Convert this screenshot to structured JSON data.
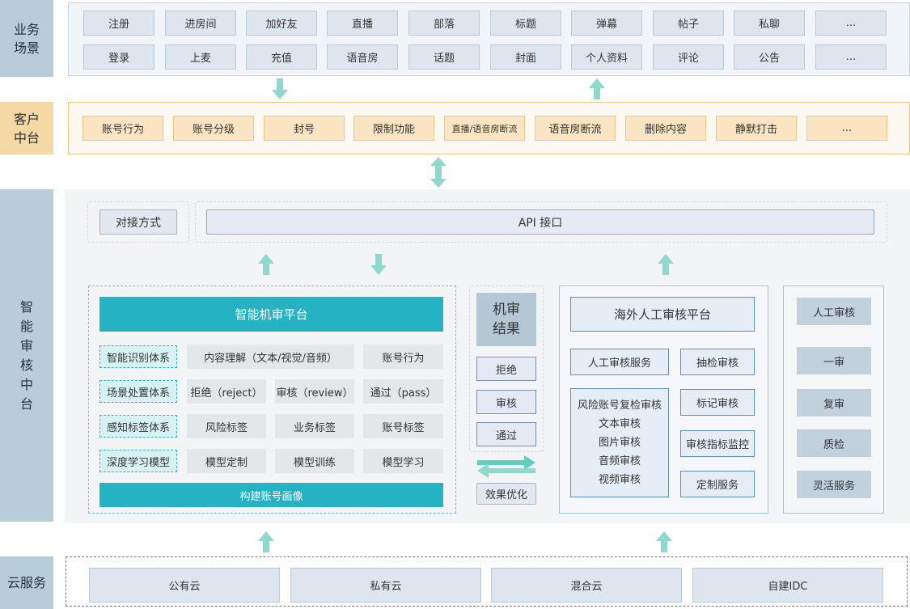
{
  "rows": {
    "business": [
      "业务",
      "场景"
    ],
    "client": [
      "客户",
      "中台"
    ],
    "smart": [
      "智",
      "能",
      "审",
      "核",
      "中",
      "台"
    ],
    "cloud": "云服务"
  },
  "business_scenes": {
    "row1": [
      "注册",
      "进房间",
      "加好友",
      "直播",
      "部落",
      "标题",
      "弹幕",
      "帖子",
      "私聊",
      "..."
    ],
    "row2": [
      "登录",
      "上麦",
      "充值",
      "语音房",
      "话题",
      "封面",
      "个人资料",
      "评论",
      "公告",
      "..."
    ]
  },
  "client_platform": [
    "账号行为",
    "账号分级",
    "封号",
    "限制功能",
    "直播/语音房断流",
    "语音房断流",
    "删除内容",
    "静默打击",
    "..."
  ],
  "integration": {
    "label": "对接方式",
    "api": "API 接口"
  },
  "machine_review": {
    "title": "智能机审平台",
    "systems": [
      "智能识别体系",
      "场景处置体系",
      "感知标签体系",
      "深度学习模型"
    ],
    "grid": [
      [
        "内容理解（文本/视觉/音频）",
        "账号行为"
      ],
      [
        "拒绝（reject）",
        "审核（review）",
        "通过（pass）"
      ],
      [
        "风险标签",
        "业务标签",
        "账号标签"
      ],
      [
        "模型定制",
        "模型训练",
        "模型学习"
      ]
    ],
    "footer": "构建账号画像"
  },
  "machine_result": {
    "title": [
      "机审",
      "结果"
    ],
    "items": [
      "拒绝",
      "审核",
      "通过"
    ],
    "optimize": "效果优化"
  },
  "human_review": {
    "title": "海外人工审核平台",
    "service": "人工审核服务",
    "list": [
      "风险账号复检审核",
      "文本审核",
      "图片审核",
      "音频审核",
      "视频审核"
    ],
    "right": [
      "抽检审核",
      "标记审核",
      "审核指标监控",
      "定制服务"
    ]
  },
  "review_stages": [
    "人工审核",
    "一审",
    "复审",
    "质检",
    "灵活服务"
  ],
  "cloud_services": [
    "公有云",
    "私有云",
    "混合云",
    "自建IDC"
  ],
  "colors": {
    "teal": "#25b2c3",
    "arrow": "#8fd8cd",
    "label_blue": "#b9ccda",
    "label_orange": "#f5d8a4"
  }
}
